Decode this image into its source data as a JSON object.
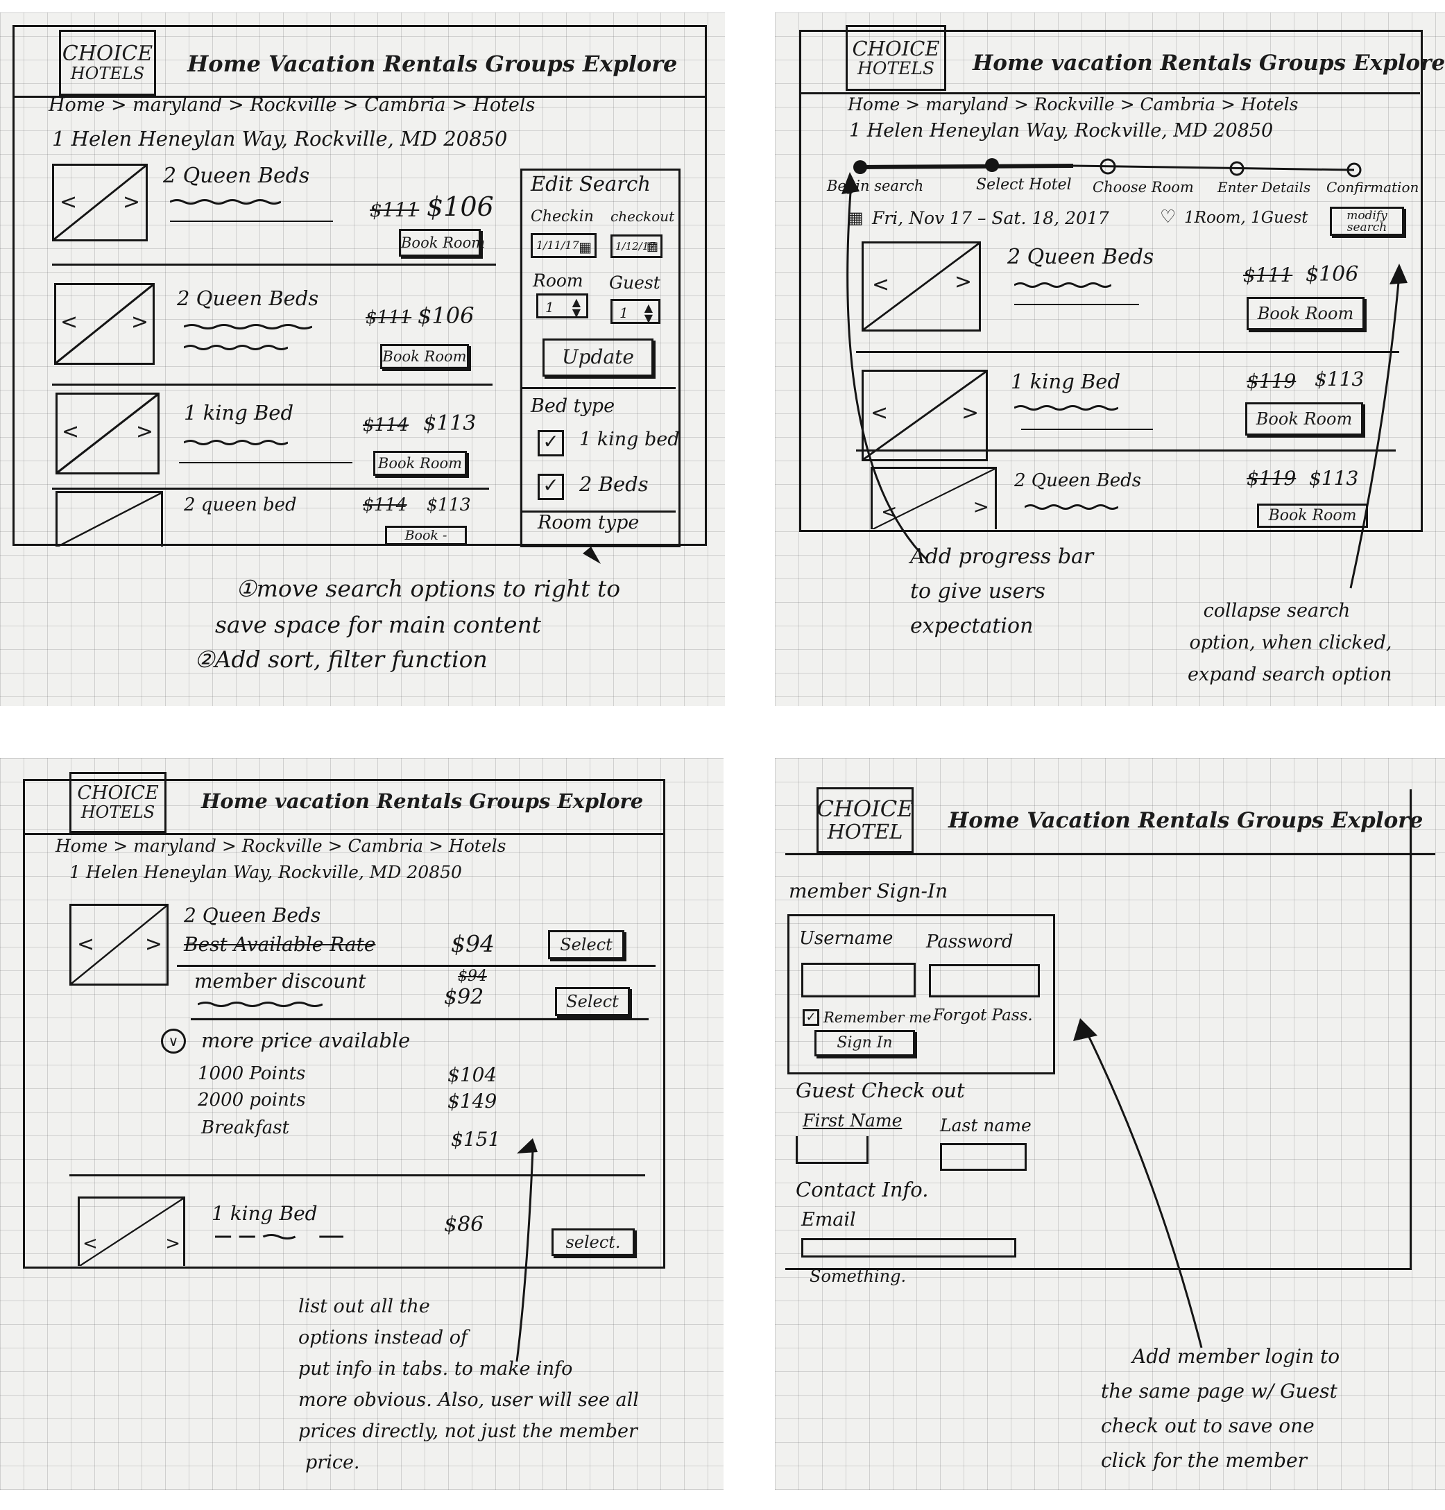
{
  "p1": {
    "logo": [
      "CHOICE",
      "HOTELS"
    ],
    "nav": "Home  Vacation Rentals  Groups  Explore",
    "breadcrumb": "Home > maryland > Rockville > Cambria > Hotels",
    "address": "1 Helen Heneylan Way, Rockville, MD 20850",
    "rooms": [
      {
        "name": "2 Queen Beds",
        "old": "$111",
        "price": "$106",
        "btn": "Book Room"
      },
      {
        "name": "2 Queen Beds",
        "old": "$111",
        "price": "$106",
        "btn": "Book Room"
      },
      {
        "name": "1 king Bed",
        "old": "$114",
        "price": "$113",
        "btn": "Book Room"
      },
      {
        "name": "2 queen bed",
        "old": "$114",
        "price": "$113",
        "btn": "Book -"
      }
    ],
    "sidebar": {
      "title": "Edit Search",
      "checkin": "Checkin",
      "checkout": "checkout",
      "checkin_val": "1/11/17",
      "checkout_val": "1/12/17",
      "room": "Room",
      "guest": "Guest",
      "room_val": "1",
      "guest_val": "1",
      "update": "Update",
      "bedtype": "Bed type",
      "opt1": "1 king bed",
      "opt2": "2 Beds",
      "roomtype": "Room type"
    },
    "notes": [
      "①move search options to right to",
      "save space for main content",
      "②Add sort, filter function"
    ]
  },
  "p2": {
    "logo": [
      "CHOICE",
      "HOTELS"
    ],
    "nav": "Home  vacation Rentals  Groups  Explore",
    "breadcrumb": "Home > maryland > Rockville > Cambria > Hotels",
    "address": "1 Helen Heneylan Way, Rockville, MD 20850",
    "steps": [
      "Begin search",
      "Select Hotel",
      "Choose Room",
      "Enter Details",
      "Confirmation"
    ],
    "dates": "Fri, Nov 17 – Sat. 18, 2017",
    "roomguest": "1Room, 1Guest",
    "modify": "modify search",
    "rooms": [
      {
        "name": "2 Queen Beds",
        "old": "$111",
        "price": "$106",
        "btn": "Book Room"
      },
      {
        "name": "1 king Bed",
        "old": "$119",
        "price": "$113",
        "btn": "Book Room"
      },
      {
        "name": "2 Queen Beds",
        "old": "$119",
        "price": "$113",
        "btn": "Book Room"
      }
    ],
    "note_left": [
      "Add progress bar",
      "to give users",
      "expectation"
    ],
    "note_right": [
      "collapse search",
      "option, when clicked,",
      "expand search option"
    ]
  },
  "p3": {
    "logo": [
      "CHOICE",
      "HOTELS"
    ],
    "nav": "Home  vacation Rentals  Groups  Explore",
    "breadcrumb": "Home > maryland > Rockville > Cambria > Hotels",
    "address": "1 Helen Heneylan Way, Rockville, MD 20850",
    "room1_name": "2 Queen Beds",
    "rate1": "Best Available Rate",
    "rate1_price": "$94",
    "rate2": "member discount",
    "rate2_old": "$94",
    "rate2_price": "$92",
    "select": "Select",
    "more": "more price available",
    "options": [
      {
        "label": "1000 Points",
        "price": "$104"
      },
      {
        "label": "2000 points",
        "price": "$149"
      },
      {
        "label": "Breakfast",
        "price": "$151"
      }
    ],
    "room2_name": "1 king Bed",
    "room2_price": "$86",
    "select2": "select.",
    "note": [
      "list out all the",
      "options instead of",
      "put info in tabs. to make info",
      "more obvious. Also, user will see all",
      "prices directly, not just the member",
      "price."
    ]
  },
  "p4": {
    "logo": [
      "CHOICE",
      "HOTEL"
    ],
    "nav": "Home  Vacation Rentals  Groups  Explore",
    "member_title": "member Sign-In",
    "username": "Username",
    "password": "Password",
    "remember": "Remember me",
    "forgot": "Forgot Pass.",
    "signin": "Sign In",
    "guest_title": "Guest Check out",
    "first": "First Name",
    "last": "Last name",
    "contact": "Contact Info.",
    "email": "Email",
    "more": "Something.",
    "note": [
      "Add member login to",
      "the same page w/ Guest",
      "check out to save one",
      "click for the member"
    ]
  }
}
